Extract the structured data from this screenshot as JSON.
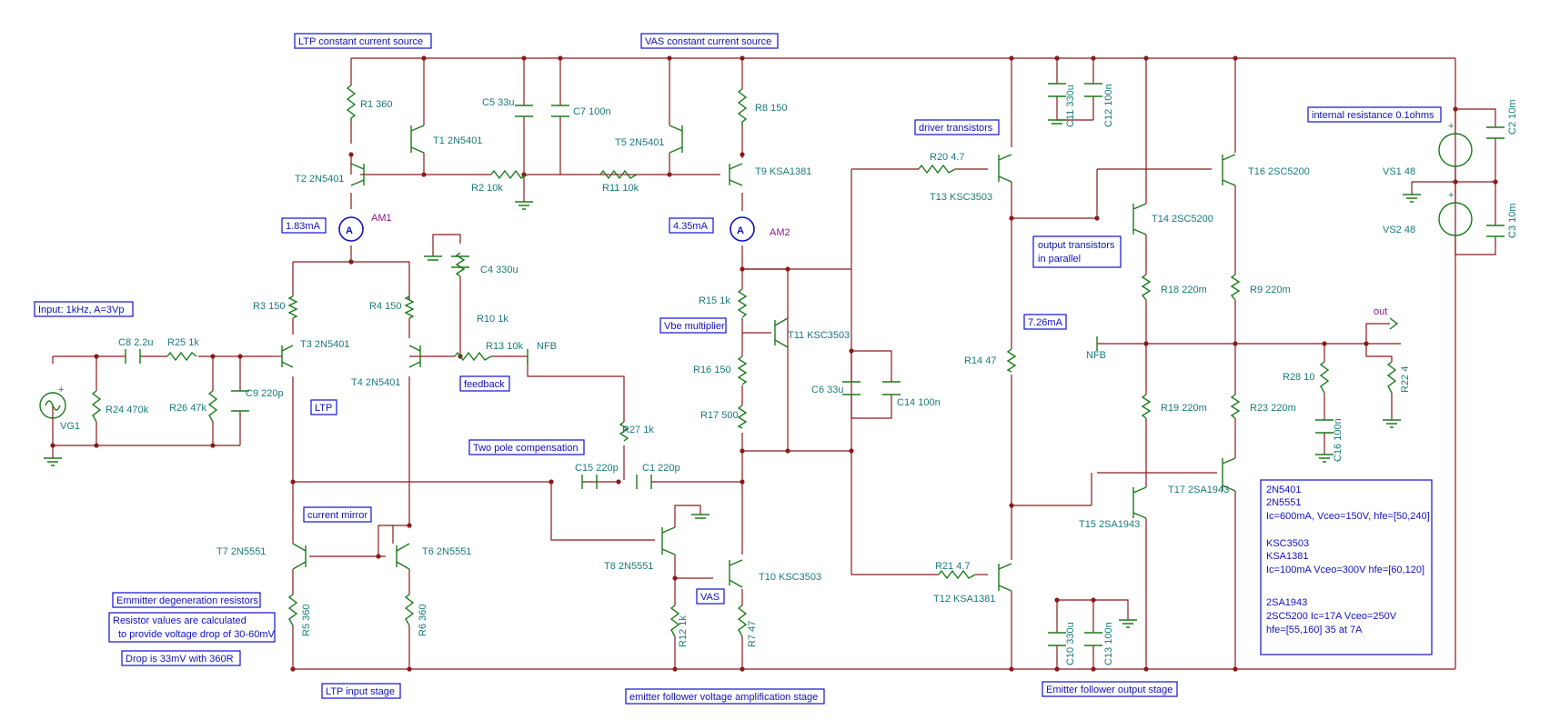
{
  "annotations": {
    "ltp_ccs": "LTP constant current source",
    "vas_ccs": "VAS constant current source",
    "driver": "driver transistors",
    "internal_res": "internal resistance 0.1ohms",
    "output_par_1": "output transistors",
    "output_par_2": "in parallel",
    "input": "Input: 1kHz, A=3Vp",
    "ltp": "LTP",
    "feedback": "feedback",
    "vbe_mult": "Vbe multiplier",
    "two_pole": "Two pole compensation",
    "current_mirror": "current mirror",
    "emit_degen": "Emmitter degeneration resistors",
    "resistor_vals_1": "Resistor values are calculated",
    "resistor_vals_2": "to provide voltage drop of 30-60mV",
    "drop": "Drop is 33mV with 360R",
    "vas": "VAS",
    "ltp_input_stage": "LTP input stage",
    "ef_vas": "emitter follower voltage amplification stage",
    "ef_output": "Emitter follower output stage",
    "am1_reading": "1.83mA",
    "am2_reading": "4.35mA",
    "r14_reading": "7.26mA"
  },
  "transistor_info": [
    "2N5401",
    "2N5551",
    "Ic=600mA, Vceo=150V, hfe=[50,240]",
    "",
    "KSC3503",
    "KSA1381",
    "Ic=100mA Vceo=300V hfe=[60,120]",
    "",
    "2SA1943",
    "2SC5200 Ic=17A Vceo=250V",
    "hfe=[55,160] 35 at 7A"
  ],
  "meters": {
    "am1": "AM1",
    "am2": "AM2"
  },
  "nets": {
    "nfb_left": "NFB",
    "nfb_right": "NFB",
    "out": "out"
  },
  "components": {
    "R1": "R1 360",
    "T1": "T1 2N5401",
    "T2": "T2 2N5401",
    "R2": "R2 10k",
    "C5": "C5 33u",
    "C7": "C7 100n",
    "T5": "T5 2N5401",
    "R8": "R8 150",
    "R11": "R11 10k",
    "T9": "T9 KSA1381",
    "C11": "C11 330u",
    "C12": "C12 100n",
    "R20": "R20 4.7",
    "T13": "T13 KSC3503",
    "T16": "T16 2SC5200",
    "T14": "T14 2SC5200",
    "VS1": "VS1 48",
    "VS2": "VS2 48",
    "C2": "C2 10m",
    "C3": "C3 10m",
    "C4": "C4 330u",
    "R10": "R10 1k",
    "R3": "R3 150",
    "R4": "R4 150",
    "T3": "T3 2N5401",
    "T4": "T4 2N5401",
    "R13": "R13 10k",
    "C8": "C8 2.2u",
    "R25": "R25 1k",
    "R24": "R24 470k",
    "R26": "R26 47k",
    "C9": "C9 220p",
    "VG1": "VG1",
    "R15": "R15 1k",
    "T11": "T11 KSC3503",
    "R16": "R16 150",
    "R17": "R17 500",
    "C6": "C6 33u",
    "C14": "C14 100n",
    "R14": "R14 47",
    "R18": "R18 220m",
    "R9": "R9 220m",
    "R19": "R19 220m",
    "R23": "R23 220m",
    "R28": "R28 10",
    "R22": "R22 4",
    "C16": "C16 100n",
    "R27": "R27 1k",
    "C15": "C15 220p",
    "C1": "C1 220p",
    "T7": "T7 2N5551",
    "T6": "T6 2N5551",
    "R5": "R5 360",
    "R6": "R6 360",
    "T8": "T8 2N5551",
    "T10": "T10 KSC3503",
    "R12": "R12 1k",
    "R7": "R7 47",
    "R21": "R21 4.7",
    "T12": "T12 KSA1381",
    "T15": "T15 2SA1943",
    "T17": "T17 2SA1943",
    "C10": "C10 330u",
    "C13": "C13 100n"
  }
}
